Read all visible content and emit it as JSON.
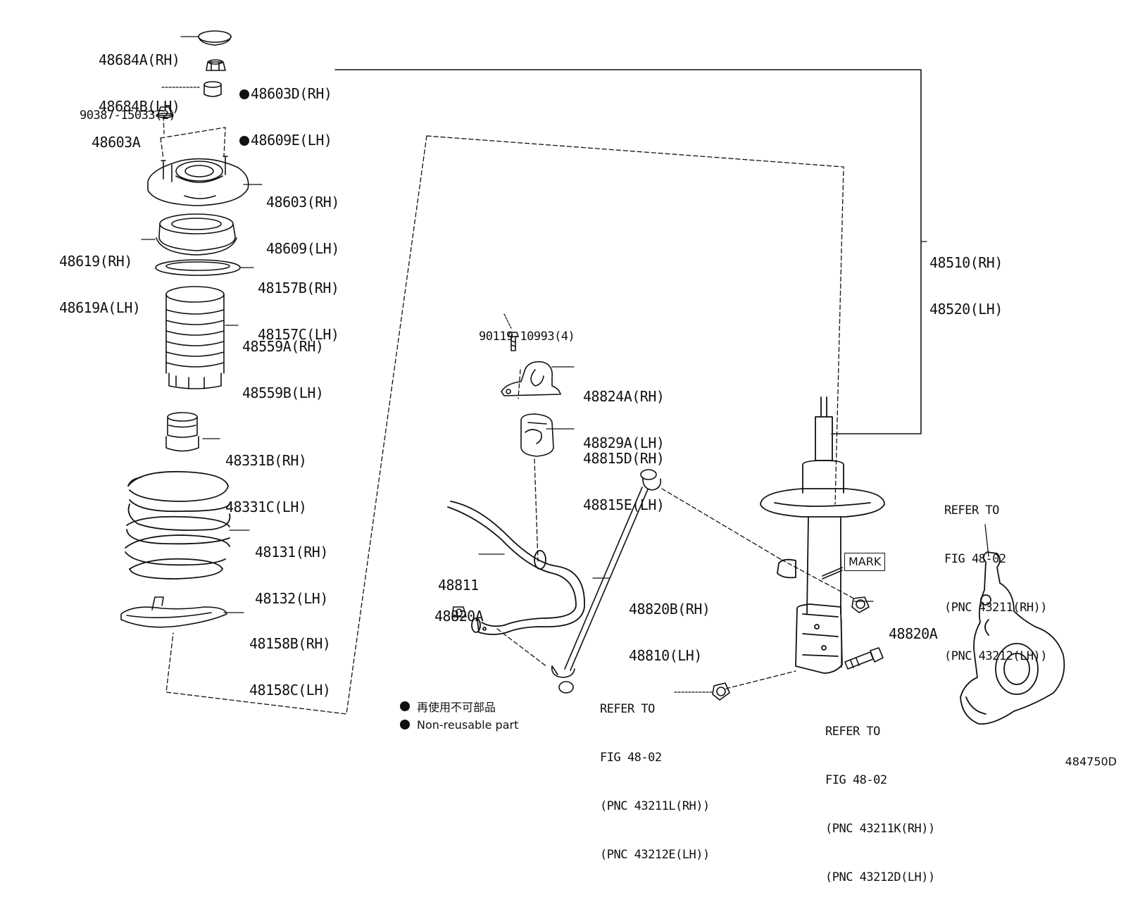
{
  "labels": {
    "p48684": [
      "48684A(RH)",
      "48684B(LH)"
    ],
    "p48603nut": [
      "48603D(RH)",
      "48609E(LH)"
    ],
    "p90387": [
      "90387-15033(2)"
    ],
    "p48603A": [
      "48603A"
    ],
    "p48603": [
      "48603(RH)",
      "48609(LH)"
    ],
    "p48619": [
      "48619(RH)",
      "48619A(LH)"
    ],
    "p48157": [
      "48157B(RH)",
      "48157C(LH)"
    ],
    "p48559": [
      "48559A(RH)",
      "48559B(LH)"
    ],
    "p48331": [
      "48331B(RH)",
      "48331C(LH)"
    ],
    "p48131": [
      "48131(RH)",
      "48132(LH)"
    ],
    "p48158": [
      "48158B(RH)",
      "48158C(LH)"
    ],
    "p48510": [
      "48510(RH)",
      "48520(LH)"
    ],
    "p90119": [
      "90119-10993(4)"
    ],
    "p48824": [
      "48824A(RH)",
      "48829A(LH)"
    ],
    "p48815": [
      "48815D(RH)",
      "48815E(LH)"
    ],
    "p48811": [
      "48811"
    ],
    "p48820Aleft": [
      "48820A"
    ],
    "p48820B": [
      "48820B(RH)",
      "48810(LH)"
    ],
    "p48820Aright": [
      "48820A"
    ],
    "refer_knuckle": [
      "REFER TO",
      "FIG 48-02",
      "(PNC 43211(RH))",
      "(PNC 43212(LH))"
    ],
    "refer_nut": [
      "REFER TO",
      "FIG 48-02",
      "(PNC 43211L(RH))",
      "(PNC 43212E(LH))"
    ],
    "refer_bolt": [
      "REFER TO",
      "FIG 48-02",
      "(PNC 43211K(RH))",
      "(PNC 43212D(LH))"
    ]
  },
  "mark": "MARK",
  "legend": {
    "jp": "再使用不可部品",
    "en": "Non-reusable part"
  },
  "figure_number": "484750D",
  "icons": {
    "non_reusable_marker": "filled-circle-icon"
  }
}
